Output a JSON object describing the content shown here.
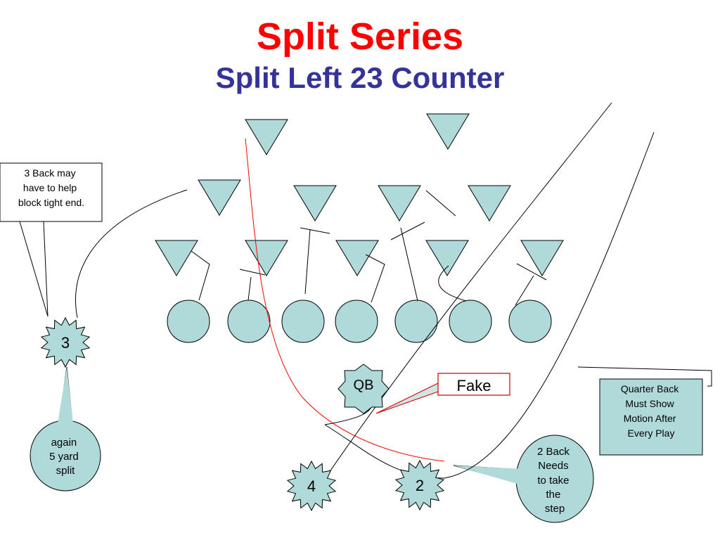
{
  "title": "Split Series",
  "subtitle": "Split Left 23 Counter",
  "colors": {
    "title": "#ff0000",
    "subtitle": "#333399",
    "player_fill": "#b0dada",
    "route_red": "#ff0000",
    "fake_box_border": "#cc0000"
  },
  "players": {
    "back3": "3",
    "back4": "4",
    "back2": "2",
    "qb": "QB"
  },
  "labels": {
    "fake": "Fake"
  },
  "callouts": {
    "back3_block": [
      "3 Back may",
      "have to help",
      "block tight end."
    ],
    "split": [
      "again",
      "5 yard",
      "split"
    ],
    "back2_step": [
      "2 Back",
      "Needs",
      "to take",
      "the",
      "step"
    ],
    "qb_motion": [
      "Quarter Back",
      "Must Show",
      "Motion After",
      "Every Play"
    ]
  }
}
